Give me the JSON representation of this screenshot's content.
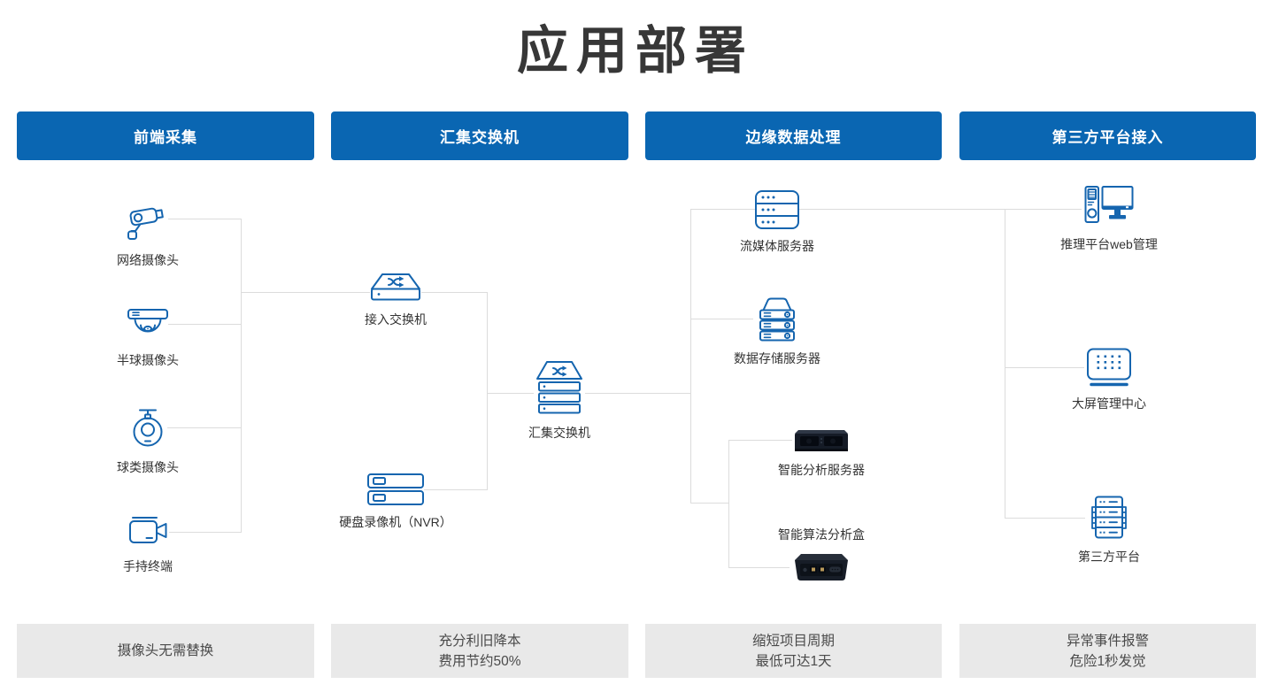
{
  "title": "应用部署",
  "colors": {
    "header_bg": "#0a66b2",
    "icon_blue": "#1565af",
    "connector_gray": "#dcdcdc",
    "benefit_bg": "#e9e9e9"
  },
  "sections": [
    {
      "label": "前端采集",
      "benefit_line1": "摄像头无需替换"
    },
    {
      "label": "汇集交换机",
      "benefit_line1": "充分利旧降本",
      "benefit_line2": "费用节约50%"
    },
    {
      "label": "边缘数据处理",
      "benefit_line1": "缩短项目周期",
      "benefit_line2": "最低可达1天"
    },
    {
      "label": "第三方平台接入",
      "benefit_line1": "异常事件报警",
      "benefit_line2": "危险1秒发觉"
    }
  ],
  "nodes": {
    "network_camera": "网络摄像头",
    "dome_camera": "半球摄像头",
    "ball_camera": "球类摄像头",
    "handheld_terminal": "手持终端",
    "access_switch": "接入交换机",
    "aggregation_switch": "汇集交换机",
    "nvr": "硬盘录像机（NVR）",
    "streaming_server": "流媒体服务器",
    "storage_server": "数据存储服务器",
    "analysis_server": "智能分析服务器",
    "analysis_box": "智能算法分析盒",
    "inference_web": "推理平台web管理",
    "big_screen": "大屏管理中心",
    "third_party": "第三方平台"
  }
}
